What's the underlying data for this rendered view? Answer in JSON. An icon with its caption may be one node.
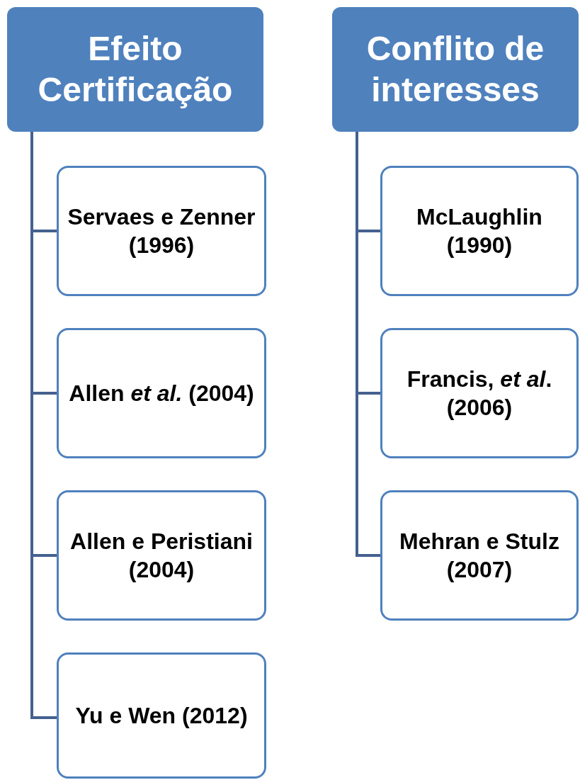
{
  "diagram": {
    "nodes": [
      {
        "text": [
          "Efeito Certificação"
        ]
      },
      {
        "text": [
          "Servaes e Zenner (1996)"
        ]
      },
      {
        "text": [
          "Allen *et al.* (2004)"
        ]
      },
      {
        "text": [
          "Allen e Peristiani (2004)"
        ]
      },
      {
        "text": [
          "Yu e Wen (2012)"
        ]
      },
      {
        "text": [
          "Conflito de interesses"
        ]
      },
      {
        "text": [
          "McLaughlin (1990)"
        ]
      },
      {
        "text": [
          "Francis, *et al*. (2006)"
        ]
      },
      {
        "text": [
          "Mehran e Stulz (2007)"
        ]
      }
    ],
    "edges": [
      {
        "from": 0,
        "to": 1,
        "arrow": "none"
      },
      {
        "from": 0,
        "to": 2,
        "arrow": "none"
      },
      {
        "from": 0,
        "to": 3,
        "arrow": "none"
      },
      {
        "from": 0,
        "to": 4,
        "arrow": "none"
      },
      {
        "from": 5,
        "to": 6,
        "arrow": "none"
      },
      {
        "from": 5,
        "to": 7,
        "arrow": "none"
      },
      {
        "from": 5,
        "to": 8,
        "arrow": "none"
      }
    ]
  }
}
